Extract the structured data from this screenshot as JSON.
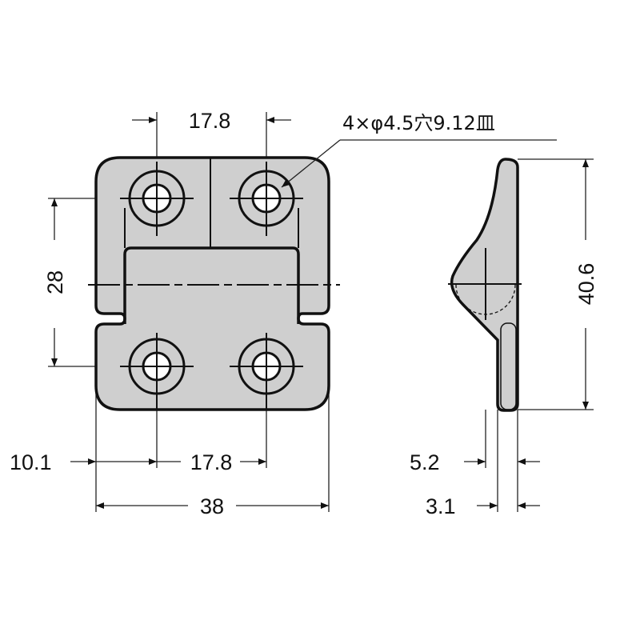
{
  "drawing": {
    "front_view": {
      "dim_top_hole_pitch": "17.8",
      "dim_vertical_hole_pitch": "28",
      "dim_edge_to_hole": "10.1",
      "dim_bottom_hole_pitch": "17.8",
      "dim_overall_width": "38",
      "hole_note": "4×φ4.5穴9.12皿"
    },
    "side_view": {
      "dim_height": "40.6",
      "dim_thickness_total": "5.2",
      "dim_plate_thickness": "3.1"
    },
    "colors": {
      "part_fill": "#cfcfcf",
      "line": "#111111"
    }
  }
}
